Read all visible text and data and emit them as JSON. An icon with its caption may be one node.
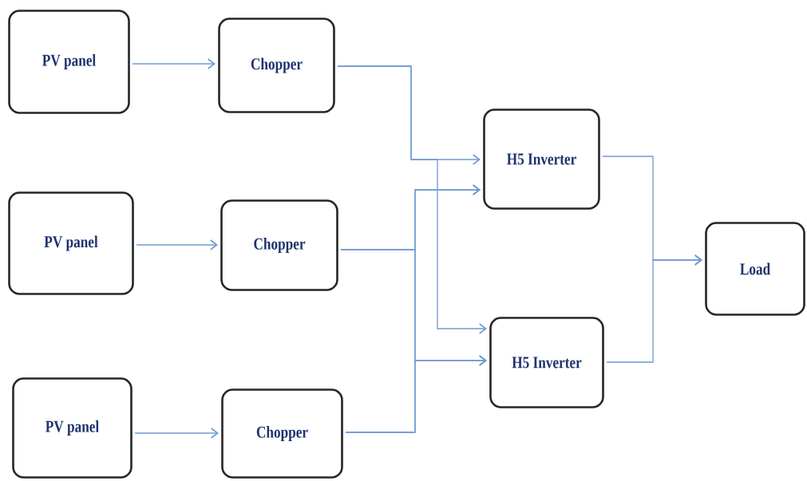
{
  "diagram": {
    "nodes": [
      {
        "text": [
          "PV panel"
        ]
      },
      {
        "text": [
          "Chopper"
        ]
      },
      {
        "text": [
          "PV panel"
        ]
      },
      {
        "text": [
          "Chopper"
        ]
      },
      {
        "text": [
          "PV panel"
        ]
      },
      {
        "text": [
          "Chopper"
        ]
      },
      {
        "text": [
          "H5 Inverter"
        ]
      },
      {
        "text": [
          "H5 Inverter"
        ]
      },
      {
        "text": [
          "Load"
        ]
      }
    ],
    "edges": [
      {
        "from": 0,
        "to": 1,
        "arrow": "to"
      },
      {
        "from": 2,
        "to": 3,
        "arrow": "to"
      },
      {
        "from": 4,
        "to": 5,
        "arrow": "to"
      },
      {
        "from": 1,
        "to": 6,
        "arrow": "to"
      },
      {
        "from": 1,
        "to": 7,
        "arrow": "to"
      },
      {
        "from": 3,
        "to": 6,
        "arrow": "to"
      },
      {
        "from": 3,
        "to": 7,
        "arrow": "to"
      },
      {
        "from": 5,
        "to": 6,
        "arrow": "to"
      },
      {
        "from": 5,
        "to": 7,
        "arrow": "to"
      },
      {
        "from": 6,
        "to": 8,
        "arrow": "to"
      },
      {
        "from": 7,
        "to": 8,
        "arrow": "to"
      }
    ]
  }
}
